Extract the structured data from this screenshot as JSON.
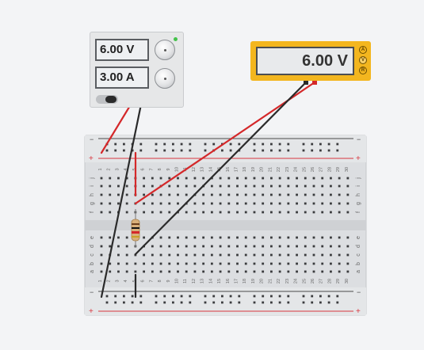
{
  "power_supply": {
    "voltage_display": "6.00 V",
    "current_display": "3.00 A"
  },
  "multimeter": {
    "reading": "6.00 V",
    "modes": [
      "A",
      "V",
      "R"
    ]
  },
  "breadboard": {
    "columns": [
      "1",
      "2",
      "3",
      "4",
      "5",
      "6",
      "7",
      "8",
      "9",
      "10",
      "11",
      "12",
      "13",
      "14",
      "15",
      "16",
      "17",
      "18",
      "19",
      "20",
      "21",
      "22",
      "23",
      "24",
      "25",
      "26",
      "27",
      "28",
      "29",
      "30"
    ],
    "top_rows": [
      "j",
      "i",
      "h",
      "g",
      "f"
    ],
    "bottom_rows": [
      "e",
      "d",
      "c",
      "b",
      "a"
    ],
    "rail_minus": "−",
    "rail_plus": "+"
  },
  "colors": {
    "wire_red": "#d4282a",
    "wire_black": "#2a2a2a",
    "multimeter_body": "#f3b61f",
    "breadboard_body": "#dcdee1",
    "rail_red_line": "#d9363e"
  },
  "icons": {
    "voltage_knob": "knob-icon",
    "current_knob": "knob-icon",
    "power_switch": "toggle-switch-icon",
    "resistor": "resistor-icon"
  }
}
